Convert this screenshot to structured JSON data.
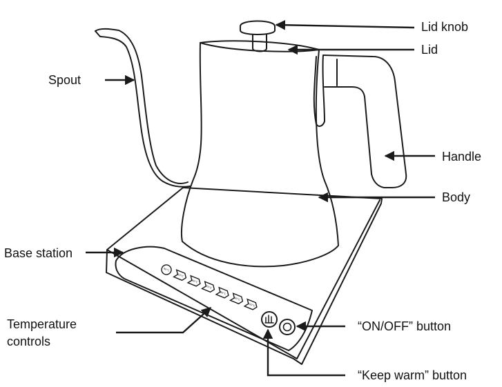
{
  "labels": {
    "lid_knob": "Lid knob",
    "lid": "Lid",
    "spout": "Spout",
    "handle": "Handle",
    "body": "Body",
    "base_station": "Base station",
    "temperature_controls_line1": "Temperature",
    "temperature_controls_line2": "controls",
    "on_off_button": "“ON/OFF” button",
    "keep_warm_button": "“Keep warm” button"
  },
  "temperature_presets": [
    "40°C",
    "50°C",
    "60°C",
    "70°C",
    "80°C",
    "90°C",
    "100°C"
  ],
  "icons": {
    "keep_warm": "hand-heat-icon",
    "power": "power-icon"
  },
  "colors": {
    "line": "#1a1a1a",
    "background": "#ffffff"
  }
}
